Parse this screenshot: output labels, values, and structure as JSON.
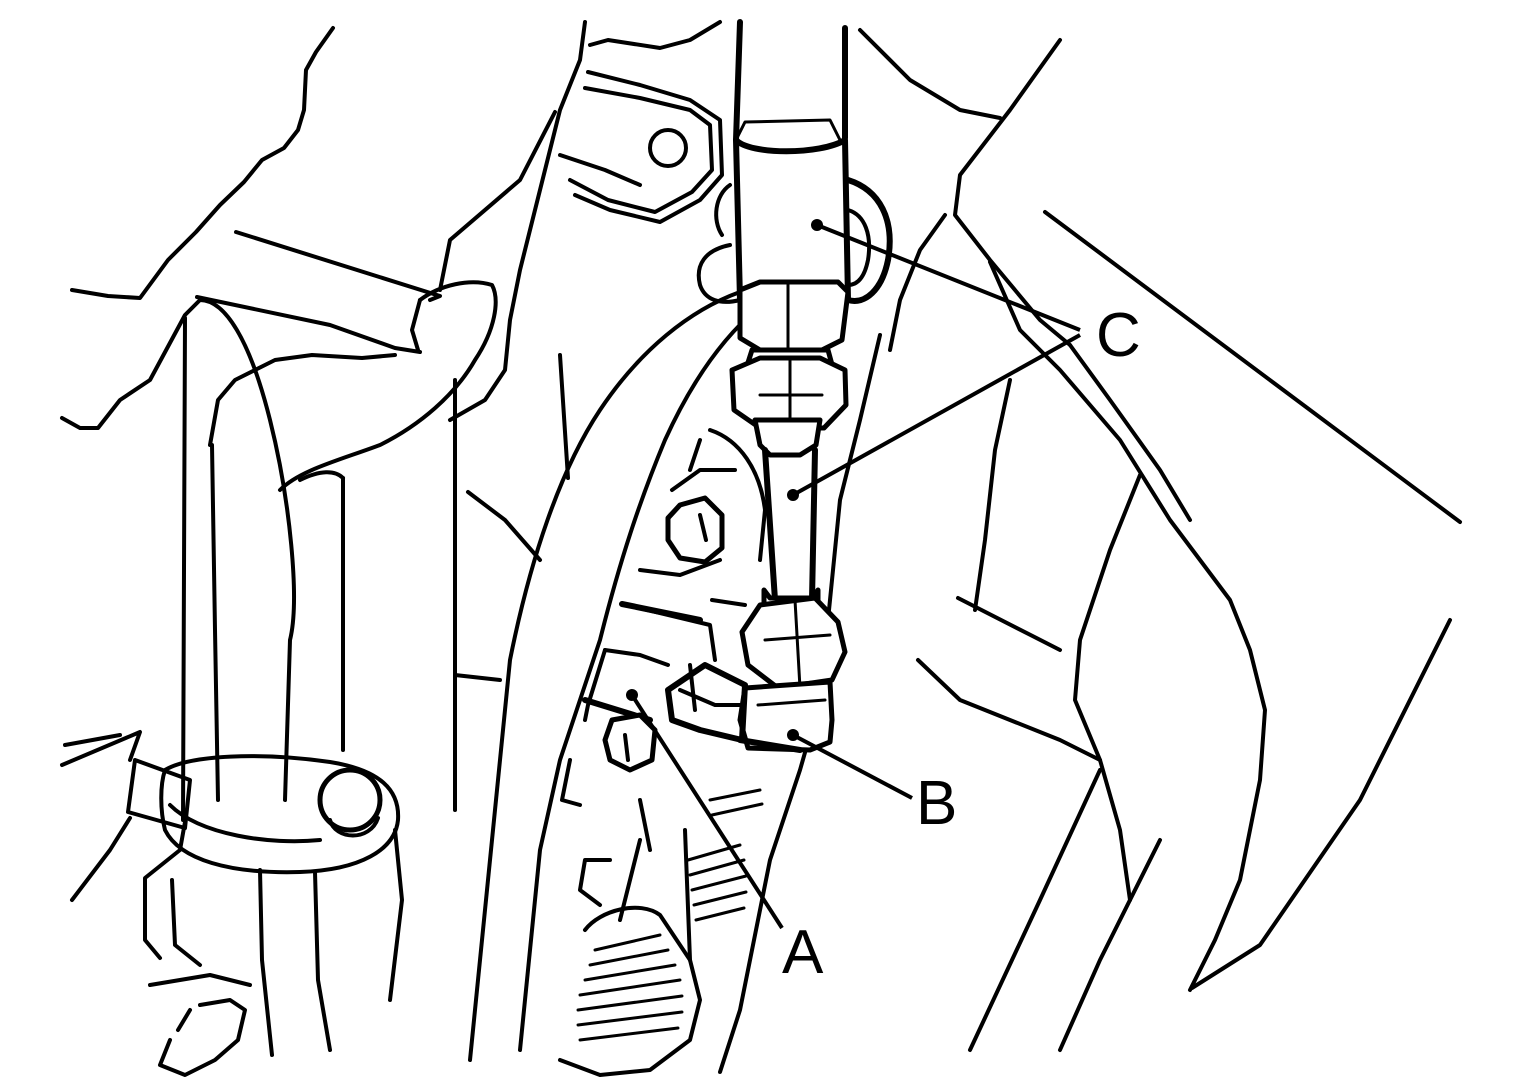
{
  "callouts": [
    {
      "id": "a",
      "label": "A"
    },
    {
      "id": "b",
      "label": "B"
    },
    {
      "id": "c",
      "label": "C"
    }
  ],
  "colors": {
    "line": "#000000",
    "background": "#ffffff"
  }
}
